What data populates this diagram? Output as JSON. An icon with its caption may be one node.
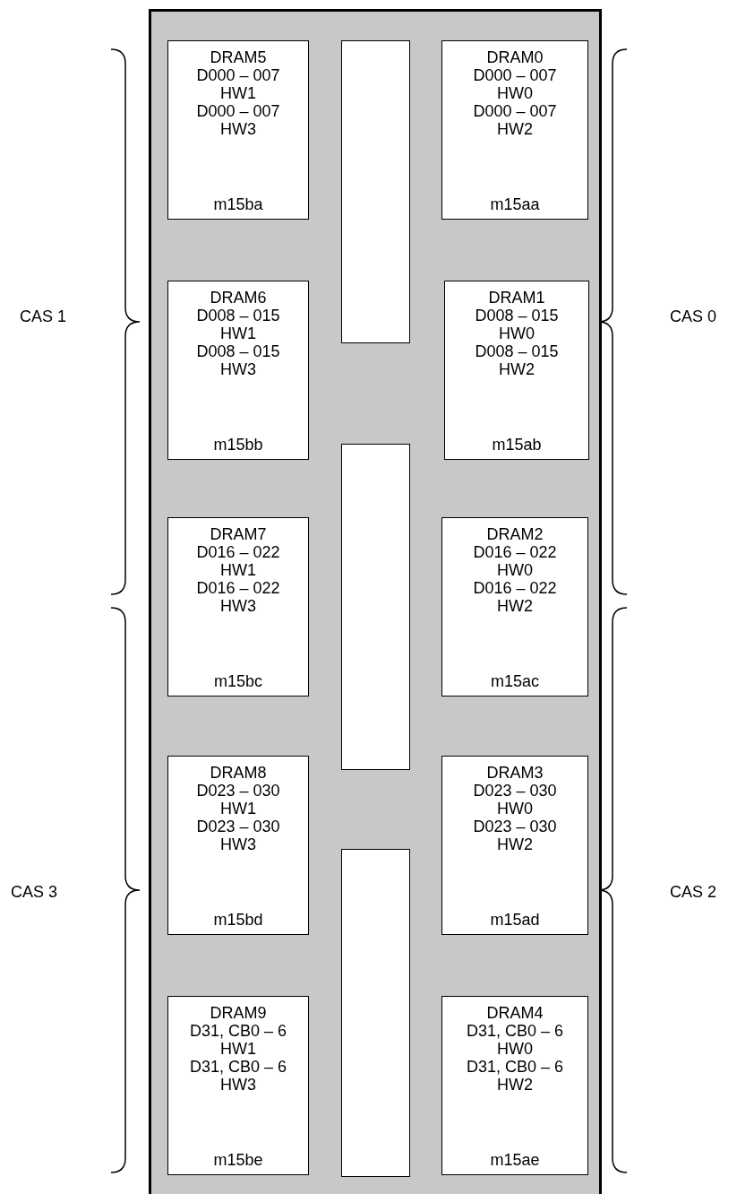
{
  "diagram": {
    "nodes": [
      {
        "text": [],
        "shape": "box"
      },
      {
        "text": [
          "DRAM5",
          "D000 – 007",
          "HW1",
          "D000 – 007",
          "HW3",
          "m15ba"
        ],
        "in": 0
      },
      {
        "text": [],
        "shape": "box",
        "in": 0
      },
      {
        "text": [
          "DRAM0",
          "D000 – 007",
          "HW0",
          "D000 – 007",
          "HW2",
          "m15aa"
        ],
        "in": 0
      },
      {
        "text": [
          "DRAM6",
          "D008 – 015",
          "HW1",
          "D008 – 015",
          "HW3",
          "m15bb"
        ],
        "in": 0
      },
      {
        "text": [
          "DRAM1",
          "D008 – 015",
          "HW0",
          "D008 – 015",
          "HW2",
          "m15ab"
        ],
        "in": 0
      },
      {
        "text": [
          "DRAM7",
          "D016 – 022",
          "HW1",
          "D016 – 022",
          "HW3",
          "m15bc"
        ],
        "in": 0
      },
      {
        "text": [],
        "shape": "box",
        "in": 0
      },
      {
        "text": [
          "DRAM2",
          "D016 – 022",
          "HW0",
          "D016 – 022",
          "HW2",
          "m15ac"
        ],
        "in": 0
      },
      {
        "text": [
          "DRAM8",
          "D023 – 030",
          "HW1",
          "D023 – 030",
          "HW3",
          "m15bd"
        ],
        "in": 0
      },
      {
        "text": [
          "DRAM3",
          "D023 – 030",
          "HW0",
          "D023 – 030",
          "HW2",
          "m15ad"
        ],
        "in": 0
      },
      {
        "text": [
          "DRAM9",
          "D31, CB0 – 6",
          "HW1",
          "D31, CB0 – 6",
          "HW3",
          "m15be"
        ],
        "in": 0
      },
      {
        "text": [],
        "shape": "box",
        "in": 0
      },
      {
        "text": [
          "DRAM4",
          "D31, CB0 – 6",
          "HW0",
          "D31, CB0 – 6",
          "HW2",
          "m15ae"
        ],
        "in": 0
      }
    ],
    "edges": [],
    "labels": [
      "CAS 1",
      "CAS 0",
      "CAS 3",
      "CAS 2"
    ]
  }
}
